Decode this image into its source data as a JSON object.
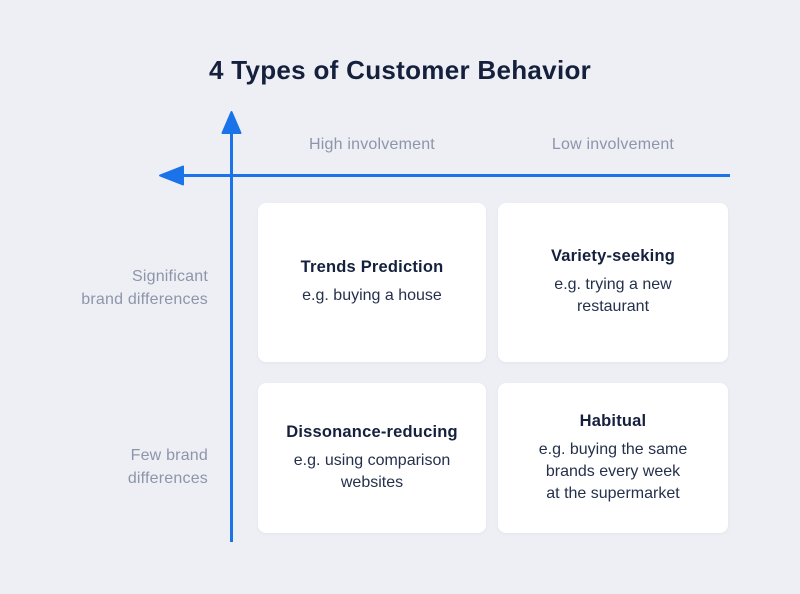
{
  "title": "4 Types of Customer Behavior",
  "axis_labels": {
    "high_involvement": "High involvement",
    "low_involvement": "Low involvement",
    "significant_brand_differences": "Significant\nbrand differences",
    "few_brand_differences": "Few brand\ndifferences"
  },
  "quadrants": [
    {
      "position": "top-left",
      "title": "Trends Prediction",
      "example": "e.g. buying a house"
    },
    {
      "position": "top-right",
      "title": "Variety-seeking",
      "example": "e.g. trying a new\nrestaurant"
    },
    {
      "position": "bottom-left",
      "title": "Dissonance-reducing",
      "example": "e.g. using comparison\nwebsites"
    },
    {
      "position": "bottom-right",
      "title": "Habitual",
      "example": "e.g. buying the same\nbrands every week\nat the supermarket"
    }
  ],
  "colors": {
    "background": "#edeff5",
    "card_background": "#ffffff",
    "axis_blue": "#1a73e8",
    "heading_navy": "#15203c",
    "body_navy": "#25304c",
    "muted_gray": "#8d95a9"
  }
}
